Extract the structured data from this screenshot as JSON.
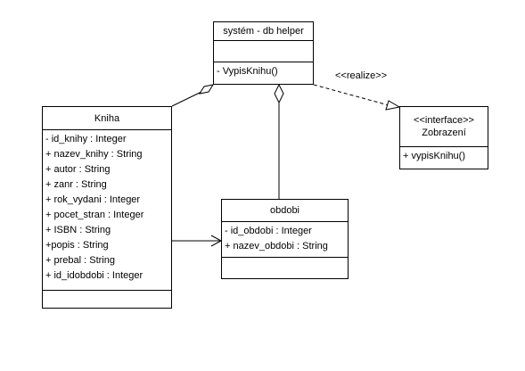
{
  "classes": {
    "db_helper": {
      "name": "systém - db helper",
      "attributes": [],
      "operations": [
        "- VypisKnihu()"
      ]
    },
    "zobrazeni": {
      "stereotype": "<<interface>>",
      "name": "Zobrazení",
      "operations": [
        "+ vypisKnihu()"
      ]
    },
    "kniha": {
      "name": "Kniha",
      "attributes": [
        "- id_knihy : Integer",
        "+ nazev_knihy : String",
        "+ autor : String",
        "+ zanr : String",
        "+ rok_vydani : Integer",
        "+ pocet_stran : Integer",
        "+ ISBN : String",
        "+popis : String",
        "+ prebal : String",
        "+ id_idobdobi : Integer"
      ],
      "operations": []
    },
    "obdobi": {
      "name": "obdobi",
      "attributes": [
        "- id_obdobi : Integer",
        "+ nazev_obdobi : String"
      ],
      "operations": []
    }
  },
  "relationships": {
    "realize_label": "<<realize>>"
  }
}
